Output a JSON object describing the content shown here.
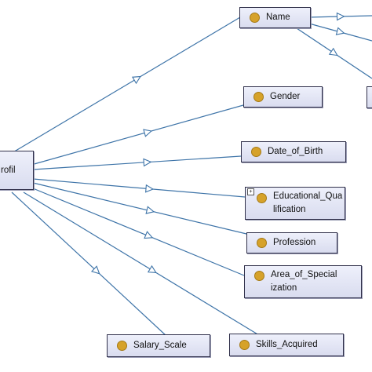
{
  "diagram": {
    "edge_color": "#3e74a8",
    "node_dot_color": "#d6a22a",
    "root": {
      "label": "rofil"
    },
    "nodes": [
      {
        "id": "name",
        "label": "Name",
        "dot": true
      },
      {
        "id": "gender",
        "label": "Gender",
        "dot": true
      },
      {
        "id": "dob",
        "label": "Date_of_Birth",
        "dot": true
      },
      {
        "id": "edu",
        "label": "Educational_Qua\nlification",
        "dot": true,
        "expandable": true
      },
      {
        "id": "profession",
        "label": "Profession",
        "dot": true
      },
      {
        "id": "area",
        "label": "Area_of_Special\nization",
        "dot": true
      },
      {
        "id": "salary",
        "label": "Salary_Scale",
        "dot": true
      },
      {
        "id": "skills",
        "label": "Skills_Acquired",
        "dot": true
      },
      {
        "id": "offright",
        "label": "",
        "dot": false
      }
    ],
    "edges": [
      [
        "root",
        "name"
      ],
      [
        "root",
        "gender"
      ],
      [
        "root",
        "dob"
      ],
      [
        "root",
        "edu"
      ],
      [
        "root",
        "profession"
      ],
      [
        "root",
        "area"
      ],
      [
        "root",
        "salary"
      ],
      [
        "root",
        "skills"
      ],
      [
        "name",
        "offright"
      ],
      [
        "name",
        "offedge2"
      ],
      [
        "name",
        "offedge3"
      ]
    ]
  }
}
